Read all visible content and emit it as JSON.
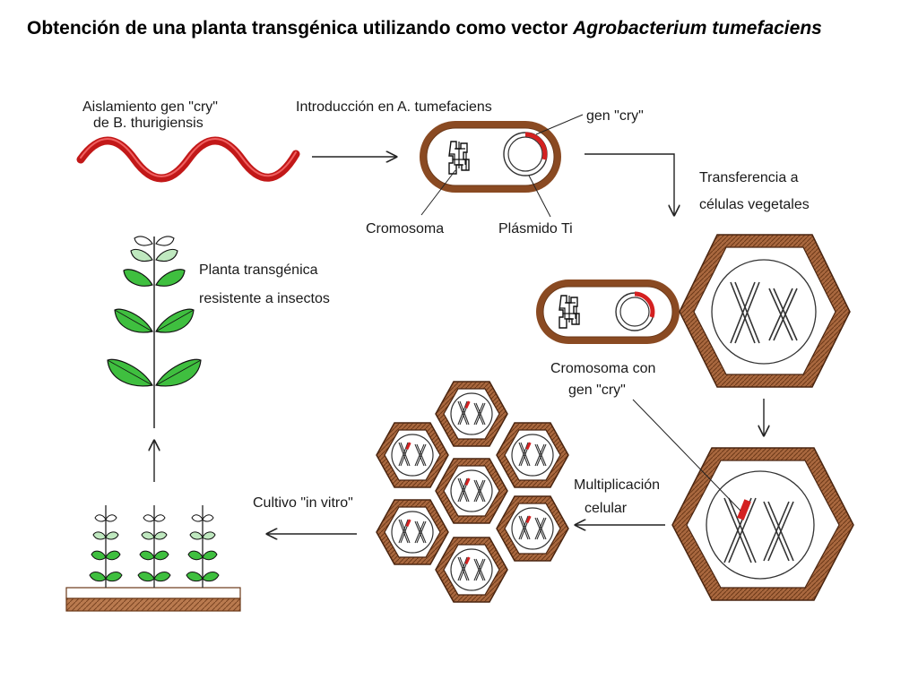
{
  "title": {
    "main": "Obtención de una planta transgénica utilizando como vector ",
    "italic": "Agrobacterium tumefaciens"
  },
  "labels": {
    "isolation_line1": "Aislamiento gen \"cry\"",
    "isolation_line2": "de B. thurigiensis",
    "introduction": "Introducción en A. tumefaciens",
    "cry_gene": "gen \"cry\"",
    "chromosome": "Cromosoma",
    "ti_plasmid": "Plásmido Ti",
    "transfer_line1": "Transferencia a",
    "transfer_line2": "células vegetales",
    "chromosome_with_line1": "Cromosoma con",
    "chromosome_with_line2": "gen \"cry\"",
    "multiplication_line1": "Multiplicación",
    "multiplication_line2": "celular",
    "culture": "Cultivo \"in vitro\"",
    "plant_line1": "Planta transgénica",
    "plant_line2": "resistente a insectos"
  },
  "colors": {
    "cell_wall": "#9c5a32",
    "cell_wall_dark": "#6b3818",
    "gene": "#d42020",
    "leaf": "#3fbf3f",
    "leaf_dark": "#1f6f1f",
    "line": "#222222"
  }
}
